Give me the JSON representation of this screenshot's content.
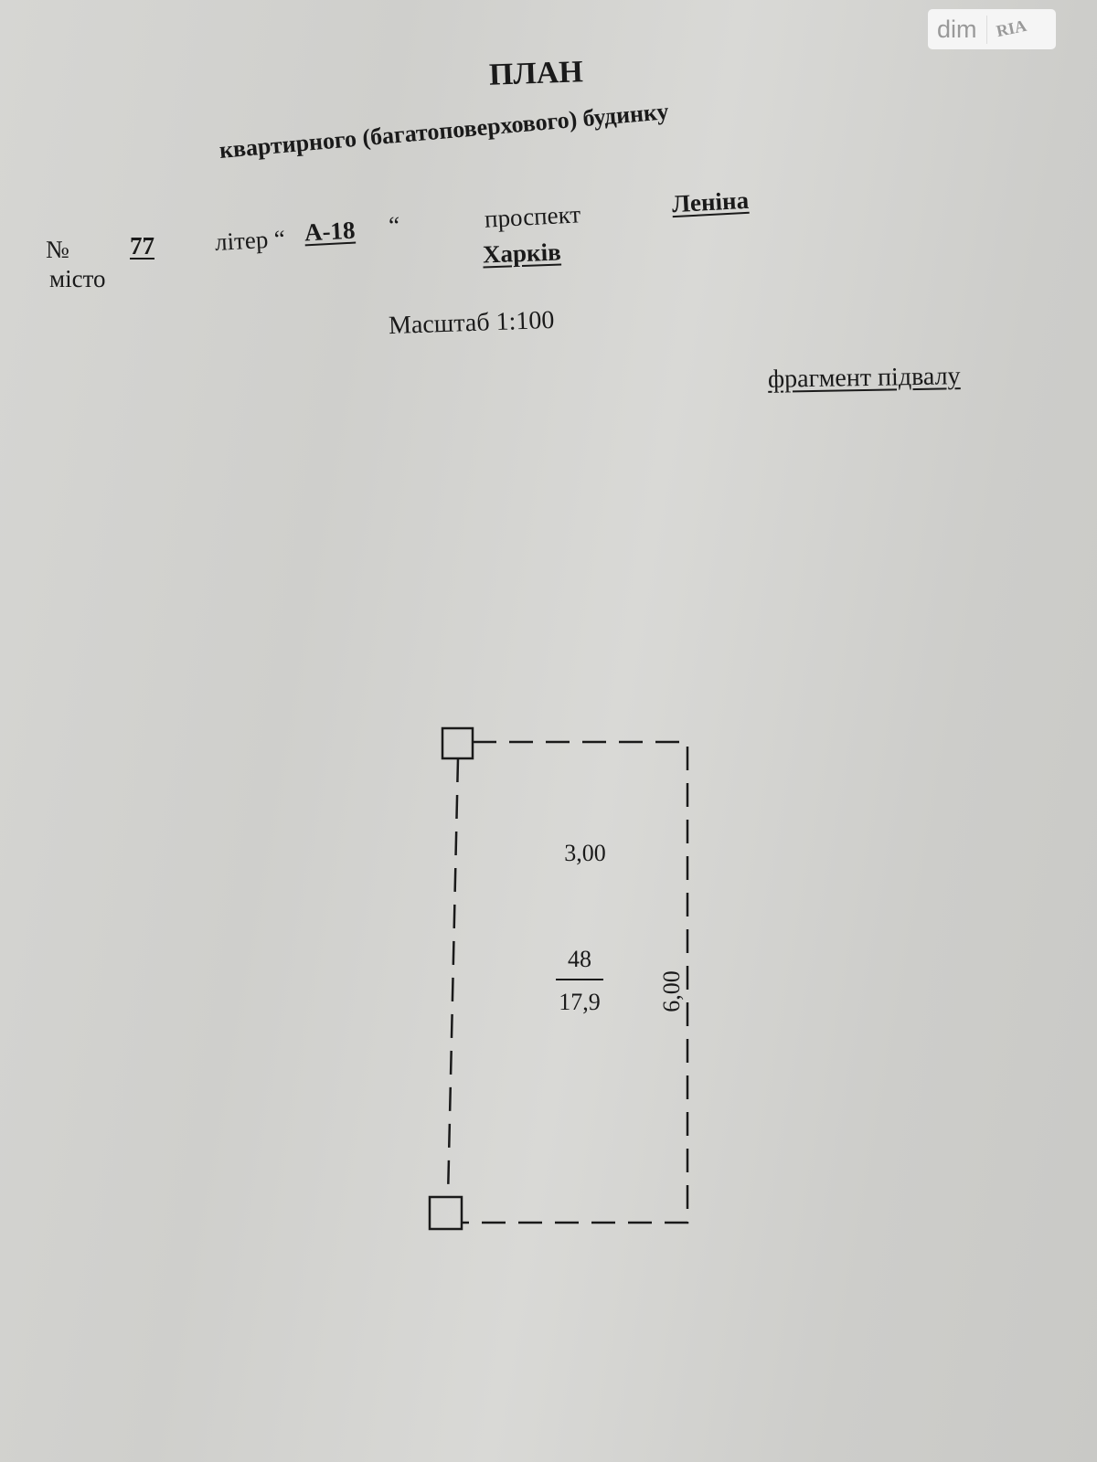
{
  "watermark": {
    "brand": "dim",
    "sub": "RIA"
  },
  "document": {
    "title": "ПЛАН",
    "subtitle": "квартирного (багатоповерхового) будинку",
    "number_label": "№",
    "number_value": "77",
    "liter_label": "літер “",
    "liter_value": "А-18",
    "liter_close": "“",
    "street_type": "проспект",
    "street_name": "Леніна",
    "city_label": "місто",
    "city_value": "Харків",
    "scale": "Масштаб 1:100",
    "fragment": "фрагмент підвалу"
  },
  "plan": {
    "width_label": "3,00",
    "length_label": "6,00",
    "room_number": "48",
    "room_area": "17,9"
  }
}
